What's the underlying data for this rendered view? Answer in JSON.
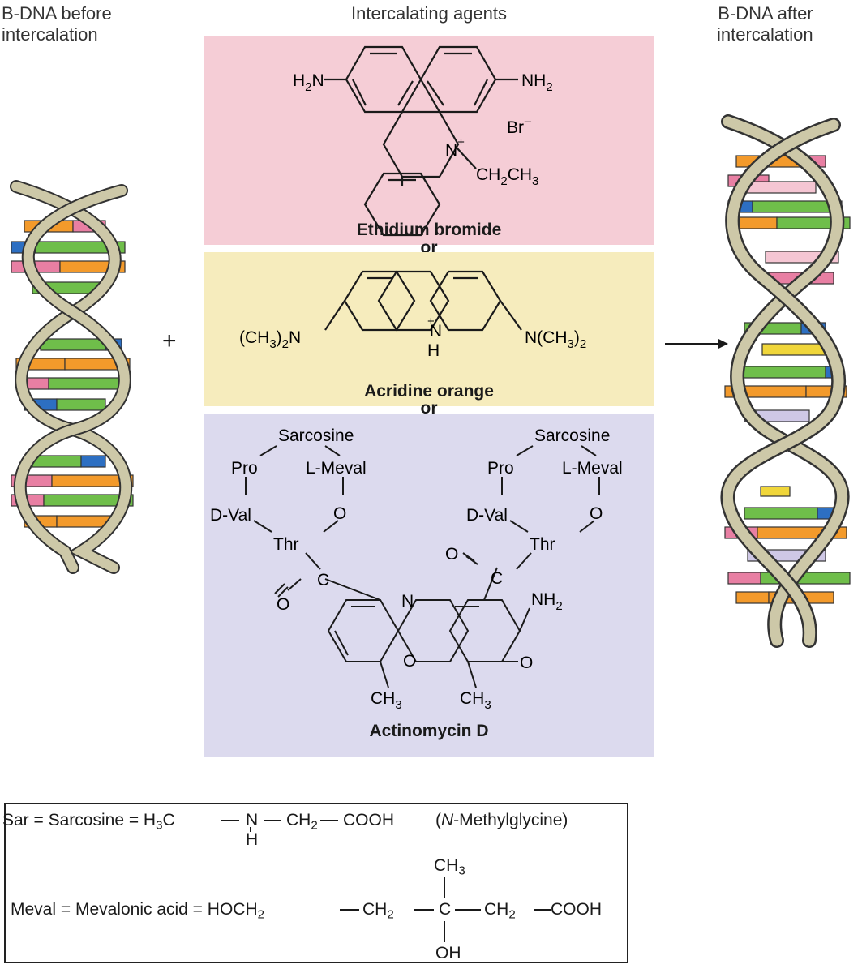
{
  "headers": {
    "left": [
      "B-DNA before",
      "intercalation"
    ],
    "center": "Intercalating agents",
    "right": [
      "B-DNA after",
      "intercalation"
    ]
  },
  "operators": {
    "plus": "+",
    "or": "or"
  },
  "compounds": {
    "ethidium": {
      "name": "Ethidium bromide",
      "nh2_left": [
        "H",
        "2",
        "N"
      ],
      "nh2_right": [
        "NH",
        "2"
      ],
      "n_plus": [
        "N",
        "+"
      ],
      "bromide": [
        "Br",
        "−"
      ],
      "ethyl": [
        "CH",
        "2",
        "CH",
        "3"
      ]
    },
    "acridine": {
      "name": "Acridine orange",
      "left_group": [
        "(CH",
        "3",
        ")",
        "2",
        "N"
      ],
      "right_group": [
        "N(CH",
        "3",
        ")",
        "2"
      ],
      "center_n": [
        "N",
        "+",
        "H"
      ]
    },
    "actinomycin": {
      "name": "Actinomycin D",
      "ring_labels": [
        "Sarcosine",
        "Pro",
        "L-Meval",
        "D-Val",
        "O",
        "Thr"
      ],
      "carbonyl": [
        "O",
        "C"
      ],
      "core": [
        "N",
        "O",
        "NH",
        "2",
        "O",
        "CH",
        "3",
        "CH",
        "3"
      ]
    }
  },
  "legend": {
    "sar": {
      "prefix": "Sar = Sarcosine = H",
      "sub3": "3",
      "c": "C",
      "n": "N",
      "h": "H",
      "ch2": "CH",
      "sub2": "2",
      "cooh": "COOH",
      "paren_open": "(",
      "n_italic": "N",
      "methylglycine": "-Methylglycine)"
    },
    "meval": {
      "prefix": "Meval = Mevalonic acid = HOCH",
      "sub2": "2",
      "ch2": "CH",
      "c": "C",
      "ch3": "CH",
      "sub3": "3",
      "oh": "OH",
      "cooh": "COOH"
    }
  },
  "colors": {
    "ethidium_panel": "#f5cdd6",
    "acridine_panel": "#f6ecbd",
    "actinomycin_panel": "#dcdaee",
    "backbone": "#cdc8a8",
    "base_orange": "#f39a2b",
    "base_pink": "#e87fa3",
    "base_green": "#6fbe4a",
    "base_blue": "#2d6fc2",
    "intercalant_pink": "#f5c6d3",
    "intercalant_yellow": "#f0d63a",
    "intercalant_lavender": "#cfc8e6"
  }
}
